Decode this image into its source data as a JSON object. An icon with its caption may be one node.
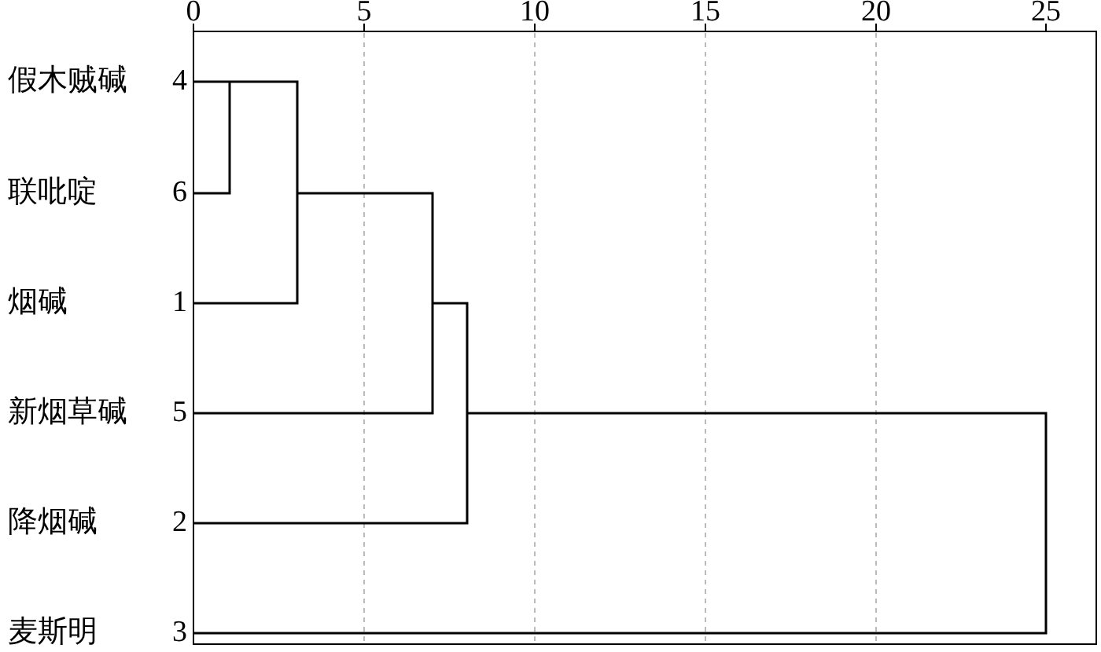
{
  "diagram": {
    "labels": [
      "0",
      "5",
      "10",
      "15",
      "20",
      "25",
      "假木贼碱",
      "4",
      "联吡啶",
      "6",
      "烟碱",
      "1",
      "新烟草碱",
      "5",
      "降烟碱",
      "2",
      "麦斯明",
      "3"
    ]
  }
}
